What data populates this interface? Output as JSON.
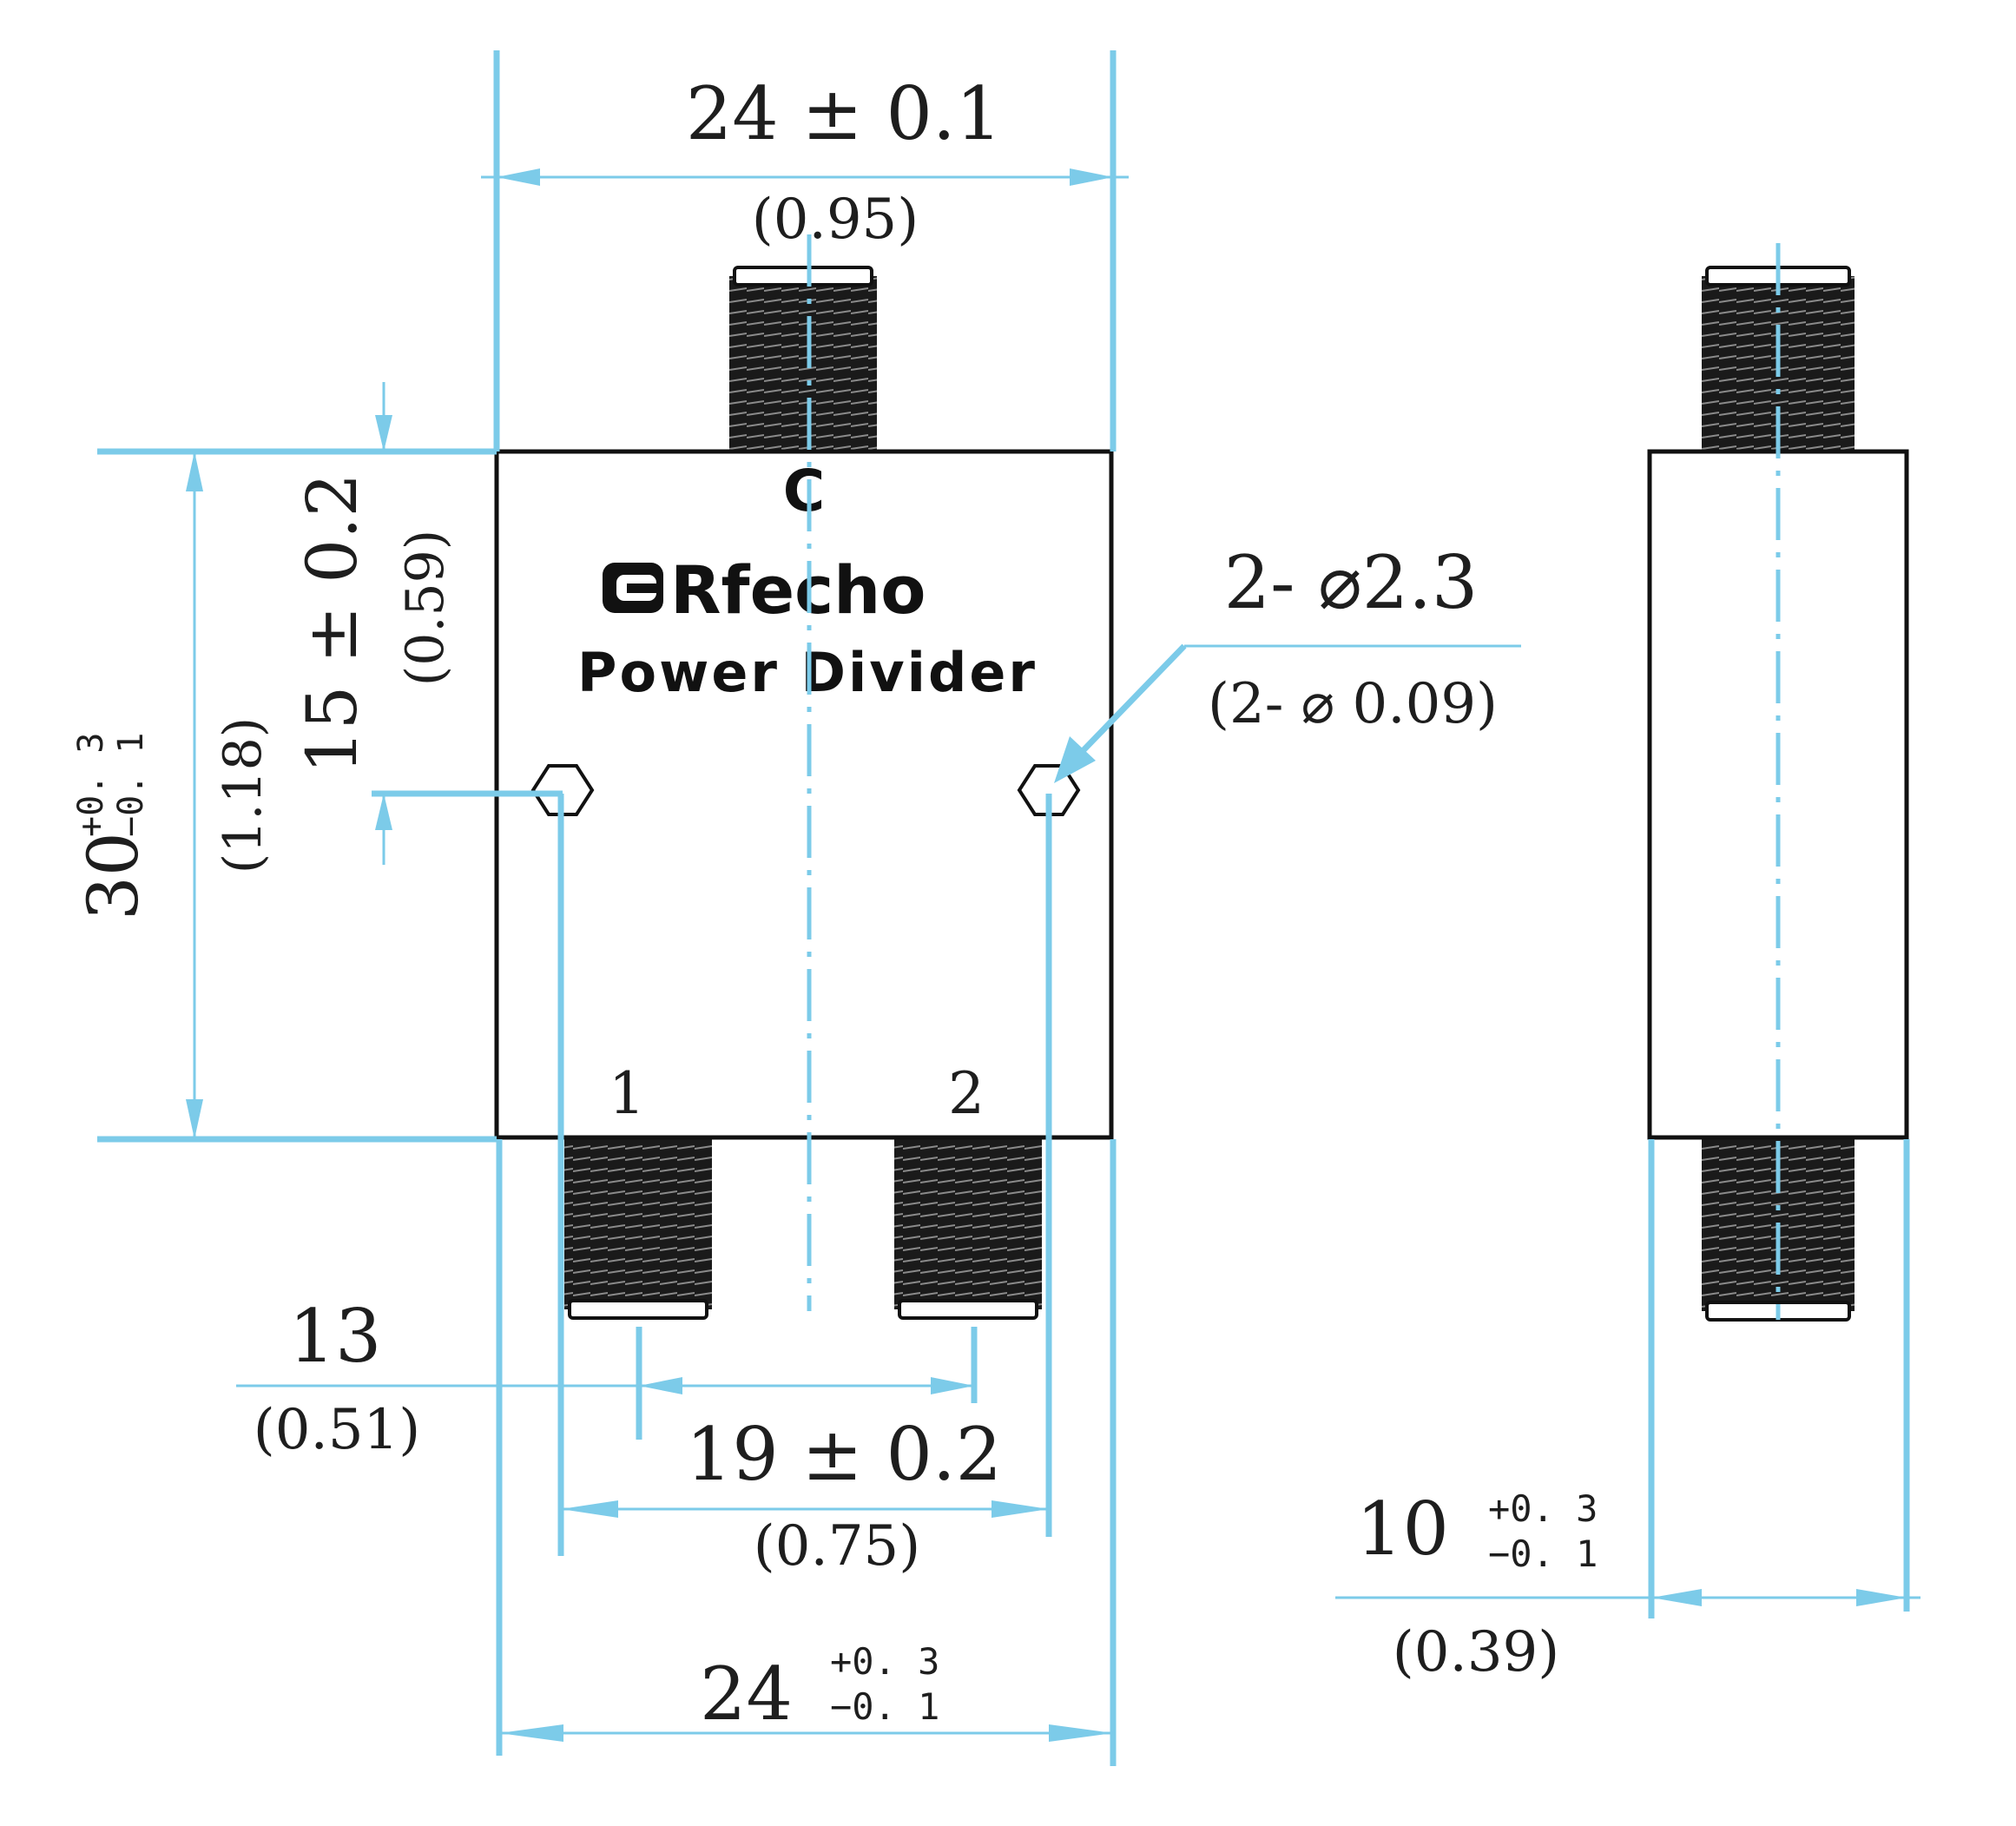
{
  "colors": {
    "dimension_line": "#7ccbe9",
    "outline": "#111111",
    "thread": "#1a1a1a",
    "text": "#1e1e1e"
  },
  "label": {
    "port_c": "C",
    "brand": "Rfecho",
    "product": "Power Divider",
    "port_1": "1",
    "port_2": "2",
    "logo_icon": "rfecho-logo-icon"
  },
  "dims": {
    "width_top": {
      "value": "24 ± 0.1",
      "inch": "(0.95)"
    },
    "height": {
      "value": "30",
      "tol_plus": "+0. 3",
      "tol_minus": "−0. 1",
      "inch": "(1.18)"
    },
    "hole_offset": {
      "value": "15 ± 0.2",
      "inch": "(0.59)"
    },
    "hole_dia": {
      "value": "2- ⌀2.3",
      "inch": "(2- ⌀ 0.09)"
    },
    "port_offset": {
      "value": "13",
      "inch": "(0.51)"
    },
    "hole_spacing": {
      "value": "19 ± 0.2",
      "inch": "(0.75)"
    },
    "width_bottom": {
      "value": "24",
      "tol_plus": "+0. 3",
      "tol_minus": "−0. 1"
    },
    "thickness": {
      "value": "10",
      "tol_plus": "+0. 3",
      "tol_minus": "−0. 1",
      "inch": "(0.39)"
    }
  }
}
